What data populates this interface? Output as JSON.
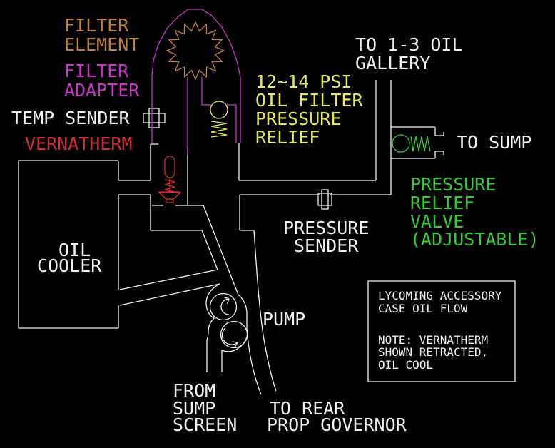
{
  "diagram_title": "LYCOMING ACCESSORY CASE OIL FLOW",
  "colors": {
    "background": "#000000",
    "plumbing_line": "#F0F0F0",
    "filter_element": "#C08040",
    "filter_adapter": "#CC33CC",
    "vernatherm": "#D03030",
    "bypass_relief": "#E8E85A",
    "relief_valve": "#33CC33"
  },
  "labels": {
    "filter_element": [
      "FILTER",
      "ELEMENT"
    ],
    "filter_adapter": [
      "FILTER",
      "ADAPTER"
    ],
    "temp_sender": "TEMP SENDER",
    "vernatherm": "VERNATHERM",
    "oil_filter_relief": [
      "12~14 PSI",
      "OIL FILTER",
      "PRESSURE",
      "RELIEF"
    ],
    "oil_gallery": [
      "TO 1-3 OIL",
      "GALLERY"
    ],
    "to_sump": "TO SUMP",
    "pressure_relief_valve": [
      "PRESSURE",
      "RELIEF",
      "VALVE",
      "(ADJUSTABLE)"
    ],
    "pressure_sender": [
      "PRESSURE",
      "SENDER"
    ],
    "oil_cooler": [
      "OIL",
      "COOLER"
    ],
    "pump": "PUMP",
    "from_sump": [
      "FROM",
      "SUMP",
      "SCREEN"
    ],
    "prop_governor": [
      "TO REAR",
      "PROP GOVERNOR"
    ]
  },
  "note_box": {
    "title_lines": [
      "LYCOMING ACCESSORY",
      "CASE OIL FLOW"
    ],
    "note_lines": [
      "NOTE: VERNATHERM",
      "SHOWN RETRACTED,",
      "OIL COOL"
    ]
  }
}
